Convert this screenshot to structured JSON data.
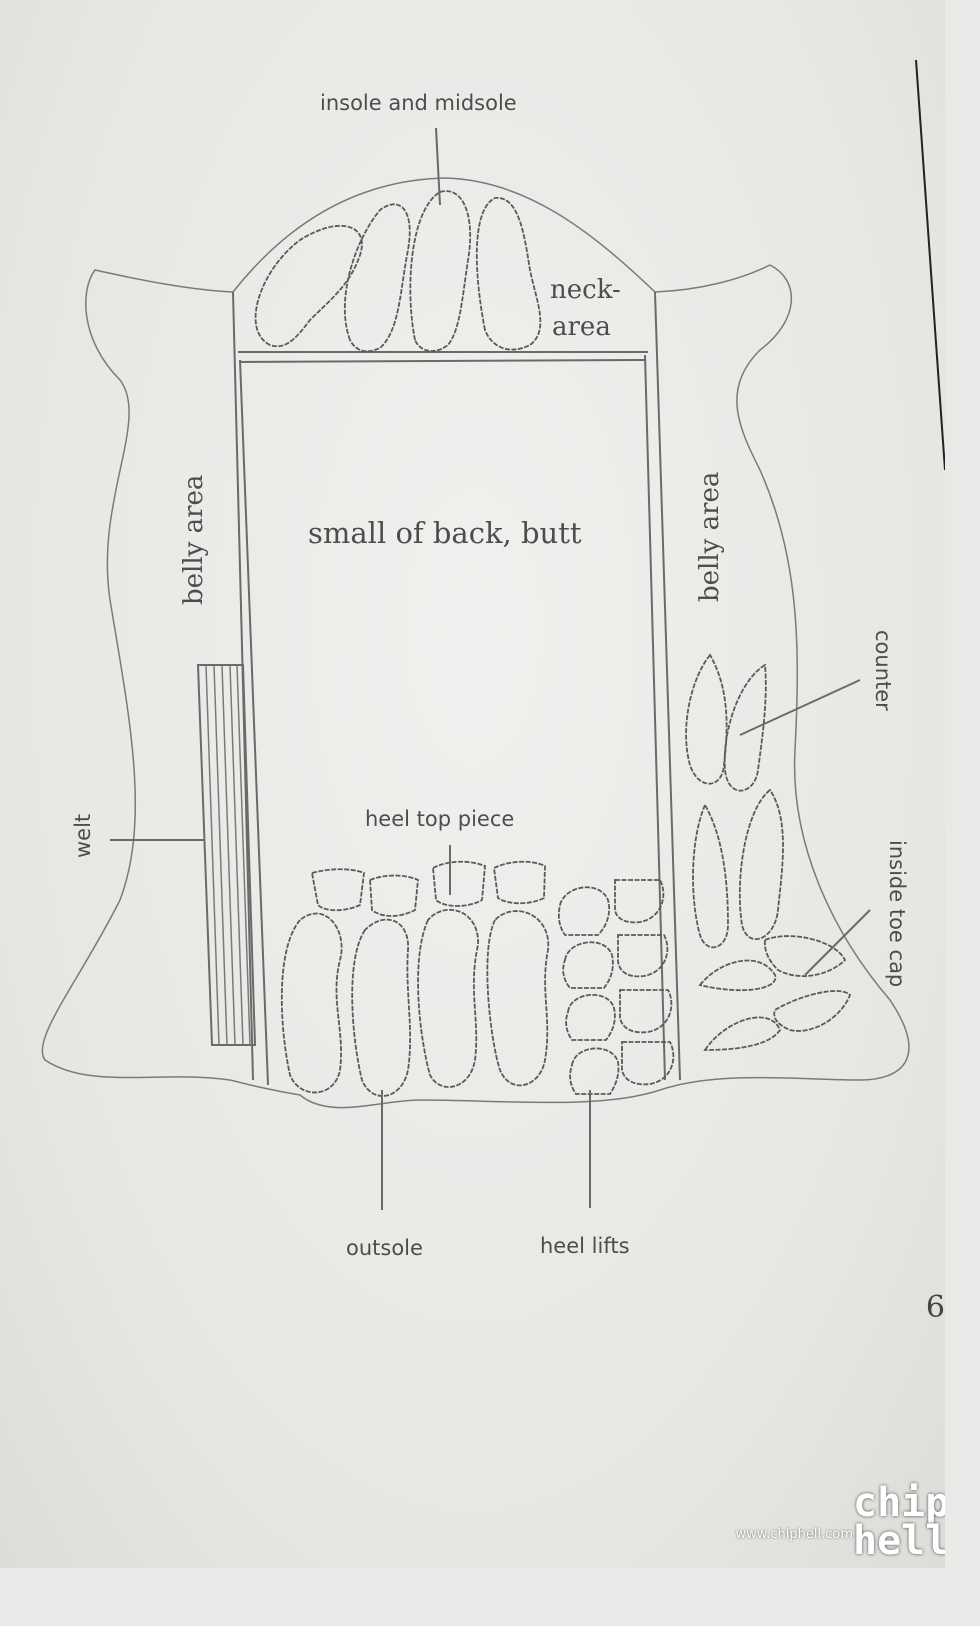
{
  "labels": {
    "insole": "insole and midsole",
    "neck_line1": "neck-",
    "neck_line2": "area",
    "belly_left": "belly area",
    "belly_right": "belly area",
    "center": "small of back, butt",
    "counter": "counter",
    "welt": "welt",
    "heel_top": "heel top piece",
    "inside_toe": "inside toe cap",
    "outsole": "outsole",
    "heel_lifts": "heel lifts"
  },
  "page_number": "6",
  "watermark": {
    "url": "www.chiphell.com",
    "logo": "chip\nhell"
  }
}
